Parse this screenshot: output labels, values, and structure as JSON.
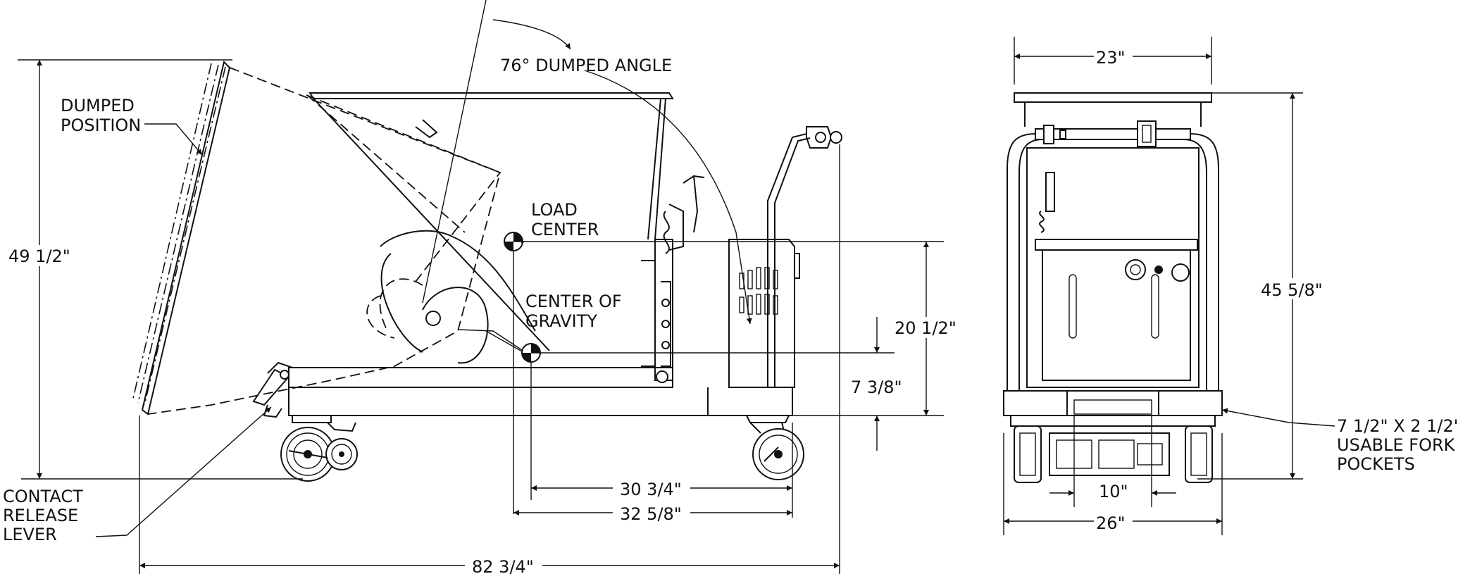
{
  "side_view": {
    "labels": {
      "dumped_angle": "76° DUMPED ANGLE",
      "dumped_position_1": "DUMPED",
      "dumped_position_2": "POSITION",
      "load_center_1": "LOAD",
      "load_center_2": "CENTER",
      "cog_1": "CENTER OF",
      "cog_2": "GRAVITY",
      "contact_1": "CONTACT",
      "contact_2": "RELEASE",
      "contact_3": "LEVER"
    },
    "dimensions": {
      "overall_height": "49 1/2\"",
      "load_center_height": "20 1/2\"",
      "cog_height": "7 3/8\"",
      "cog_distance": "30 3/4\"",
      "load_center_distance": "32 5/8\"",
      "overall_length": "82 3/4\""
    }
  },
  "front_view": {
    "dimensions": {
      "top_width": "23\"",
      "overall_height": "45 5/8\"",
      "fork_spacing": "10\"",
      "overall_width": "26\""
    },
    "fork_pockets_1": "7 1/2\" X 2 1/2\"",
    "fork_pockets_2": "USABLE FORK",
    "fork_pockets_3": "POCKETS"
  }
}
